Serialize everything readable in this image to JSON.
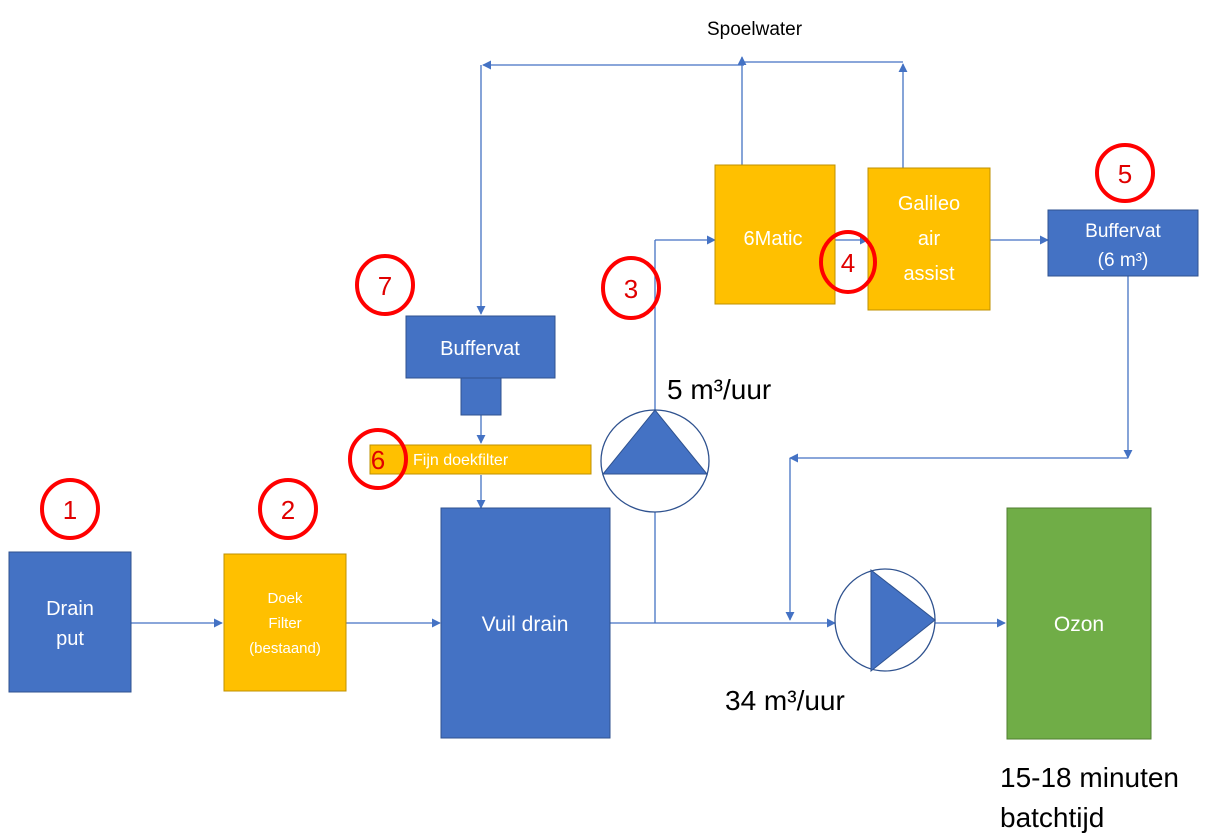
{
  "colors": {
    "blue": "#4472c4",
    "orange": "#ffc000",
    "green": "#70ad47",
    "line": "#4472c4",
    "marker": "#ff0000"
  },
  "labels": {
    "spoelwater": "Spoelwater",
    "flow_small": "5 m³/uur",
    "flow_large": "34 m³/uur",
    "batch_line1": "15-18 minuten",
    "batch_line2": "batchtijd"
  },
  "boxes": {
    "drain_put": {
      "line1": "Drain",
      "line2": "put"
    },
    "doek_filter": {
      "line1": "Doek",
      "line2": "Filter",
      "line3": "(bestaand)"
    },
    "vuil_drain": {
      "label": "Vuil drain"
    },
    "buffervat_top": {
      "label": "Buffervat"
    },
    "fijn_doekfilter": {
      "label": "Fijn doekfilter"
    },
    "sixmatic": {
      "label": "6Matic"
    },
    "galileo": {
      "line1": "Galileo",
      "line2": "air",
      "line3": "assist"
    },
    "buffervat_right": {
      "line1": "Buffervat",
      "line2": "(6 m³)"
    },
    "ozon": {
      "label": "Ozon"
    }
  },
  "markers": {
    "m1": "1",
    "m2": "2",
    "m3": "3",
    "m4": "4",
    "m5": "5",
    "m6": "6",
    "m7": "7"
  }
}
